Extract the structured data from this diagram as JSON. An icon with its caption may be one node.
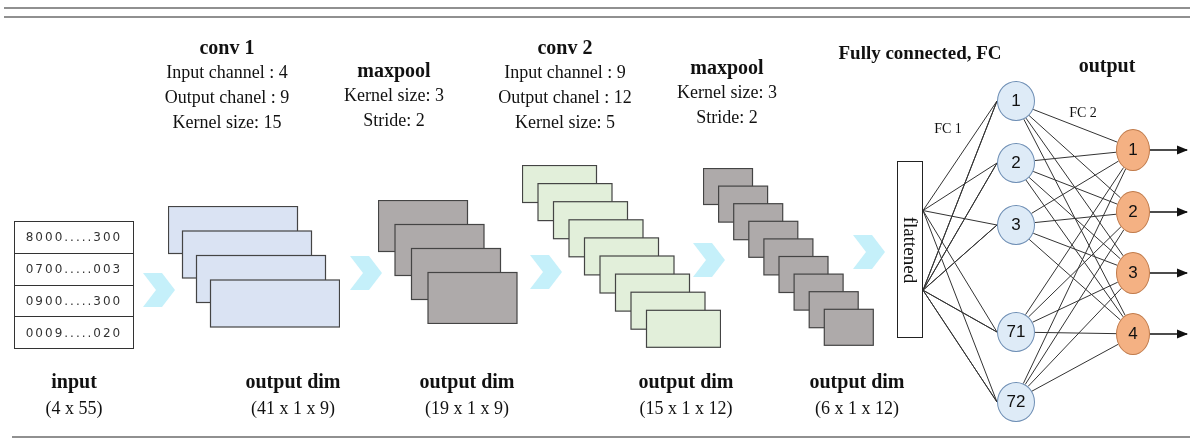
{
  "diagram": {
    "nodes": [
      {
        "text": [
          "8000.....300",
          "0700.....003",
          "0900.....300",
          "0009.....020"
        ],
        "beside": [
          "input",
          "(4 x 55)"
        ]
      },
      {
        "text": [],
        "shape": "box",
        "beside": [
          "conv 1",
          "Input channel : 4",
          "Output chanel : 9",
          "Kernel size: 15",
          "output dim",
          "(41 x 1 x 9)"
        ]
      },
      {
        "text": [],
        "shape": "box",
        "beside": [
          "maxpool",
          "Kernel size: 3",
          "Stride: 2",
          "output dim",
          "(19 x 1 x 9)"
        ]
      },
      {
        "text": [],
        "shape": "box",
        "beside": [
          "conv 2",
          "Input channel : 9",
          "Output chanel : 12",
          "Kernel size: 5",
          "output dim",
          "(15 x 1 x 12)"
        ]
      },
      {
        "text": [],
        "shape": "box",
        "beside": [
          "maxpool",
          "Kernel size: 3",
          "Stride: 2",
          "output dim",
          "(6 x 1 x 12)"
        ]
      },
      {
        "text": [
          "flattened"
        ]
      },
      {
        "text": [
          "1"
        ]
      },
      {
        "text": [
          "2"
        ]
      },
      {
        "text": [
          "3"
        ]
      },
      {
        "text": [
          "71"
        ]
      },
      {
        "text": [
          "72"
        ]
      },
      {
        "text": [
          "1"
        ]
      },
      {
        "text": [
          "2"
        ]
      },
      {
        "text": [
          "3"
        ]
      },
      {
        "text": [
          "4"
        ]
      }
    ],
    "edges": [
      {
        "from": 0,
        "to": 1,
        "arrow": "to",
        "style": "thick",
        "color": "#c5f0fa"
      },
      {
        "from": 1,
        "to": 2,
        "arrow": "to",
        "style": "thick",
        "color": "#c5f0fa"
      },
      {
        "from": 2,
        "to": 3,
        "arrow": "to",
        "style": "thick",
        "color": "#c5f0fa"
      },
      {
        "from": 3,
        "to": 4,
        "arrow": "to",
        "style": "thick",
        "color": "#c5f0fa"
      },
      {
        "from": 4,
        "to": 5,
        "arrow": "to",
        "style": "thick",
        "color": "#c5f0fa"
      },
      {
        "from": 5,
        "to": 6,
        "arrow": "none"
      },
      {
        "from": 5,
        "to": 7,
        "arrow": "none"
      },
      {
        "from": 5,
        "to": 8,
        "arrow": "none"
      },
      {
        "from": 5,
        "to": 9,
        "arrow": "none"
      },
      {
        "from": 5,
        "to": 10,
        "arrow": "none"
      },
      {
        "from": 6,
        "to": 11,
        "arrow": "none"
      },
      {
        "from": 6,
        "to": 12,
        "arrow": "none"
      },
      {
        "from": 6,
        "to": 13,
        "arrow": "none"
      },
      {
        "from": 6,
        "to": 14,
        "arrow": "none"
      },
      {
        "from": 7,
        "to": 11,
        "arrow": "none"
      },
      {
        "from": 7,
        "to": 12,
        "arrow": "none"
      },
      {
        "from": 7,
        "to": 13,
        "arrow": "none"
      },
      {
        "from": 7,
        "to": 14,
        "arrow": "none"
      },
      {
        "from": 8,
        "to": 11,
        "arrow": "none"
      },
      {
        "from": 8,
        "to": 12,
        "arrow": "none"
      },
      {
        "from": 8,
        "to": 13,
        "arrow": "none"
      },
      {
        "from": 8,
        "to": 14,
        "arrow": "none"
      },
      {
        "from": 9,
        "to": 11,
        "arrow": "none"
      },
      {
        "from": 9,
        "to": 12,
        "arrow": "none"
      },
      {
        "from": 9,
        "to": 13,
        "arrow": "none"
      },
      {
        "from": 9,
        "to": 14,
        "arrow": "none"
      },
      {
        "from": 10,
        "to": 11,
        "arrow": "none"
      },
      {
        "from": 10,
        "to": 12,
        "arrow": "none"
      },
      {
        "from": 10,
        "to": 13,
        "arrow": "none"
      },
      {
        "from": 10,
        "to": 14,
        "arrow": "none"
      },
      {
        "from": 11,
        "to": null,
        "arrow": "to"
      },
      {
        "from": 12,
        "to": null,
        "arrow": "to"
      },
      {
        "from": 13,
        "to": null,
        "arrow": "to"
      },
      {
        "from": 14,
        "to": null,
        "arrow": "to"
      }
    ],
    "labels": [
      "Fully connected, FC",
      "output",
      "FC 1",
      "FC 2"
    ]
  }
}
